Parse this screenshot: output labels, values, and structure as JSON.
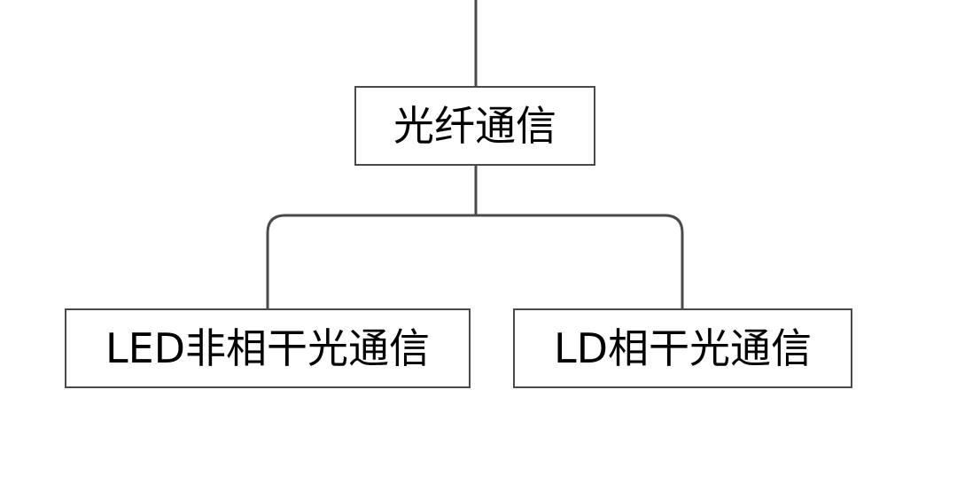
{
  "diagram": {
    "root": {
      "label": "光纤通信"
    },
    "children": [
      {
        "label": "LED非相干光通信"
      },
      {
        "label": "LD相干光通信"
      }
    ]
  },
  "colors": {
    "line": "#4a4a4a",
    "box_border": "#4a4a4a",
    "box_fill": "#ffffff",
    "text": "#000000",
    "background": "#ffffff"
  }
}
